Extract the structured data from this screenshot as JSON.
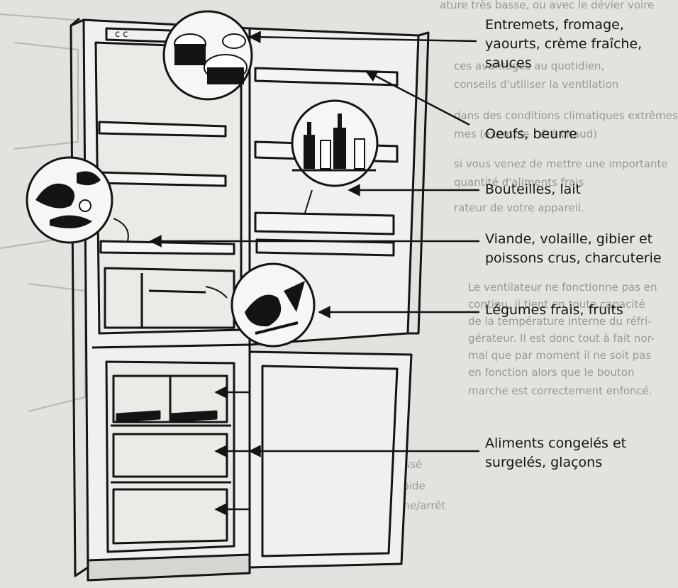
{
  "labels": [
    {
      "id": "door-top",
      "lines": [
        "Entremets, fromage,",
        "yaourts, crème fraîche,",
        "sauces"
      ]
    },
    {
      "id": "eggs",
      "lines": [
        "Oeufs, beurre"
      ]
    },
    {
      "id": "bottles",
      "lines": [
        "Bouteilles, lait"
      ]
    },
    {
      "id": "meat",
      "lines": [
        "Viande, volaille, gibier et",
        "poissons crus, charcuterie"
      ]
    },
    {
      "id": "vegetables",
      "lines": [
        "Légumes frais, fruits"
      ]
    },
    {
      "id": "freezer",
      "lines": [
        "Aliments congelés et",
        "surgelés, glaçons"
      ]
    }
  ],
  "background_text": [
    "ature très basse, ou avec le dévier voire",
    "ces avantages au quotidien,",
    "conseils d'utiliser la ventilation",
    "dans des conditions climatiques extrêmes",
    "mes (exemple : été chaud)",
    "si vous venez de mettre une importante",
    "quantité d'aliments frais",
    "rateur de votre appareil.",
    "Le ventilateur ne fonctionne pas en",
    "continu, il tient en toute capacité",
    "de la température interne du réfri-",
    "gérateur. Il est donc tout à fait nor-",
    "mal que par moment il ne soit pas",
    "en fonction alors que le bouton",
    "marche est correctement enfoncé.",
    "A.   Touche avec froid bassé",
    "B.   Touche avec froid rapide",
    "C.   Touche bouton marche/arrêt"
  ],
  "colors": {
    "paper": "#e4e2df",
    "ink": "#141414",
    "faded": "#9a9894"
  }
}
